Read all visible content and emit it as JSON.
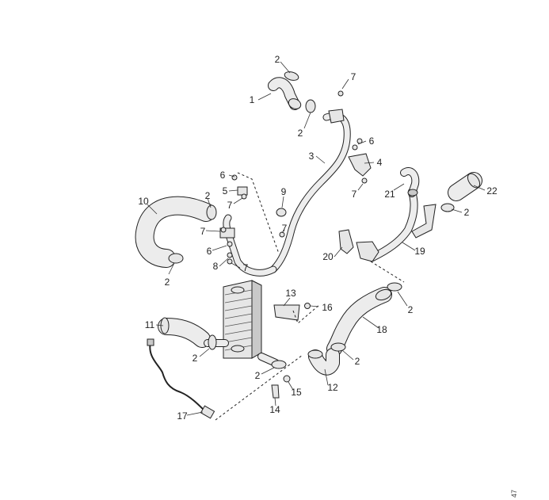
{
  "diagram": {
    "corner_mark": "47",
    "callouts": [
      {
        "id": "c-2-top",
        "label": "2"
      },
      {
        "id": "c-1",
        "label": "1"
      },
      {
        "id": "c-7-top",
        "label": "7"
      },
      {
        "id": "c-2-b",
        "label": "2"
      },
      {
        "id": "c-6-r",
        "label": "6"
      },
      {
        "id": "c-3",
        "label": "3"
      },
      {
        "id": "c-4",
        "label": "4"
      },
      {
        "id": "c-7-r",
        "label": "7"
      },
      {
        "id": "c-6-l",
        "label": "6"
      },
      {
        "id": "c-5",
        "label": "5"
      },
      {
        "id": "c-7-l",
        "label": "7"
      },
      {
        "id": "c-9",
        "label": "9"
      },
      {
        "id": "c-10",
        "label": "10"
      },
      {
        "id": "c-2-c",
        "label": "2"
      },
      {
        "id": "c-7-m",
        "label": "7"
      },
      {
        "id": "c-7-n",
        "label": "7"
      },
      {
        "id": "c-6-m",
        "label": "6"
      },
      {
        "id": "c-8",
        "label": "8"
      },
      {
        "id": "c-7-o",
        "label": "7"
      },
      {
        "id": "c-2-d",
        "label": "2"
      },
      {
        "id": "c-21",
        "label": "21"
      },
      {
        "id": "c-22",
        "label": "22"
      },
      {
        "id": "c-2-e",
        "label": "2"
      },
      {
        "id": "c-20",
        "label": "20"
      },
      {
        "id": "c-19",
        "label": "19"
      },
      {
        "id": "c-2-f",
        "label": "2"
      },
      {
        "id": "c-13",
        "label": "13"
      },
      {
        "id": "c-16",
        "label": "16"
      },
      {
        "id": "c-18",
        "label": "18"
      },
      {
        "id": "c-11",
        "label": "11"
      },
      {
        "id": "c-2-g",
        "label": "2"
      },
      {
        "id": "c-2-h",
        "label": "2"
      },
      {
        "id": "c-2-i",
        "label": "2"
      },
      {
        "id": "c-12",
        "label": "12"
      },
      {
        "id": "c-15",
        "label": "15"
      },
      {
        "id": "c-14",
        "label": "14"
      },
      {
        "id": "c-17",
        "label": "17"
      }
    ]
  }
}
